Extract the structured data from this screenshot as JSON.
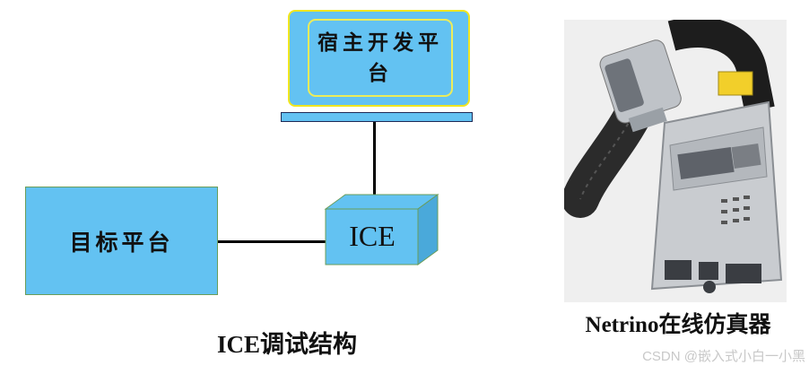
{
  "diagram": {
    "host": {
      "label": "宿主开发平台"
    },
    "target": {
      "label": "目标平台"
    },
    "ice": {
      "label": "ICE"
    },
    "caption": "ICE调试结构"
  },
  "photo": {
    "caption": "Netrino在线仿真器"
  },
  "watermark": "CSDN @嵌入式小白一小黑",
  "colors": {
    "box_fill": "#63c2f2",
    "monitor_border": "#f0e620",
    "line": "#000000"
  }
}
